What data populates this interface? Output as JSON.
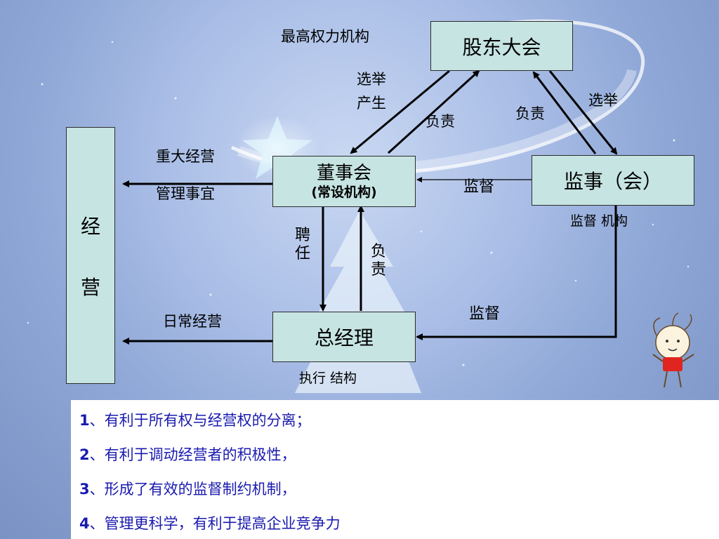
{
  "nodes": {
    "shareholders": "股东大会",
    "board": "董事会",
    "board_sub": "(常设机构)",
    "supervisors": "监事（会）",
    "manager": "总经理",
    "operation_1": "经",
    "operation_2": "营"
  },
  "labels": {
    "top_authority": "最高权力机构",
    "elect_1": "选举",
    "elect_2": "产生",
    "responsible_left": "负责",
    "responsible_right": "负责",
    "elect_right": "选举",
    "major_1": "重大经营",
    "major_2": "管理事宜",
    "supervise_top": "监督",
    "supervise_org": "监督 机构",
    "hire_1": "聘",
    "hire_2": "任",
    "resp_1": "负",
    "resp_2": "责",
    "daily_ops": "日常经营",
    "supervise_bottom": "监督",
    "exec_org": "执行 结构"
  },
  "points": [
    {
      "num": "1",
      "text": "、有利于所有权与经营权的分离；"
    },
    {
      "num": "2",
      "text": "、有利于调动经营者的积极性，"
    },
    {
      "num": "3",
      "text": "、形成了有效的监督制约机制，"
    },
    {
      "num": "4",
      "text": "、管理更科学，有利于提高企业竞争力"
    }
  ]
}
